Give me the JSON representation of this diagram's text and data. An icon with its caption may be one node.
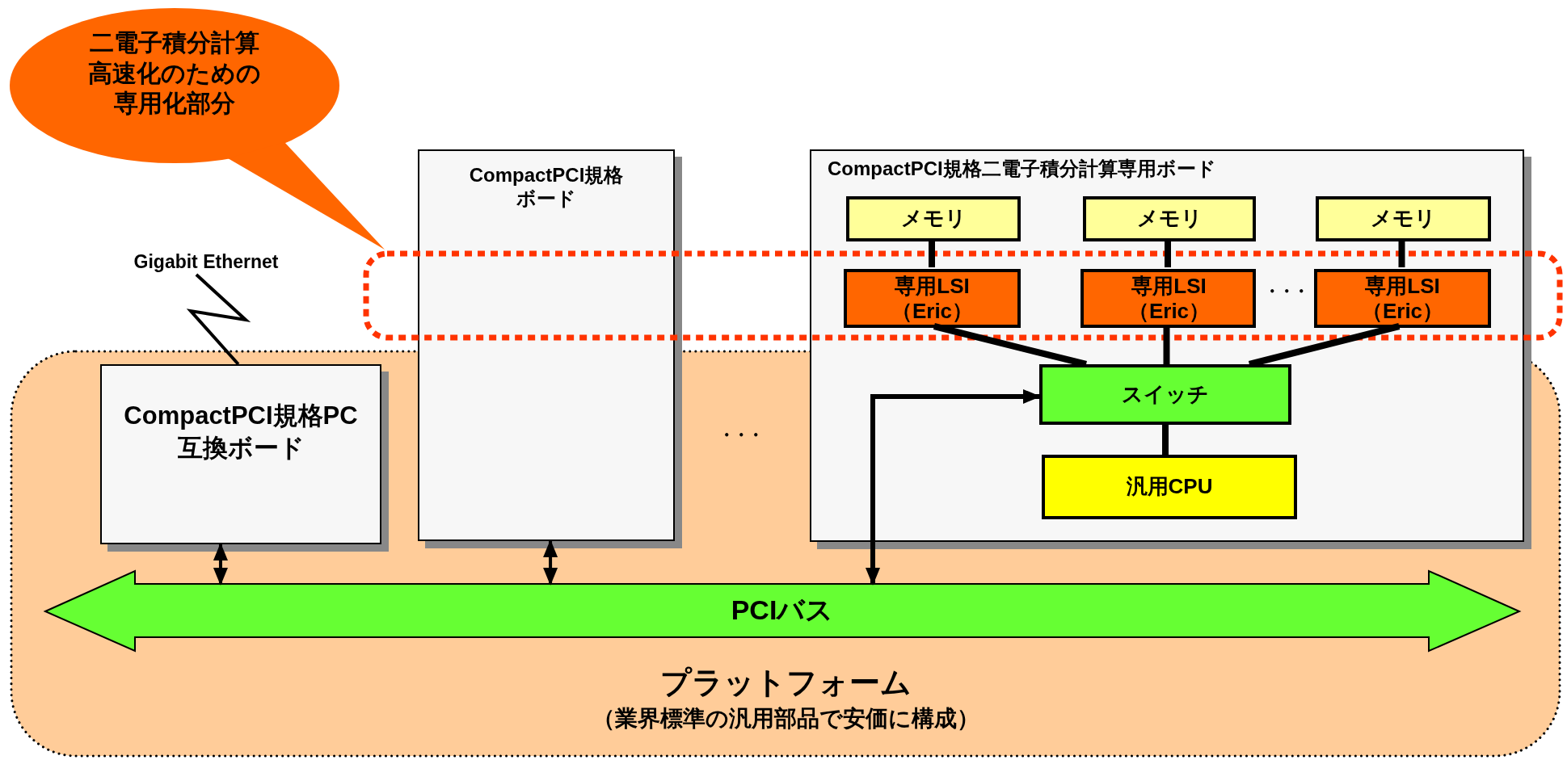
{
  "diagram": {
    "nodes": [
      {
        "text": [
          "二電子積分計算高速化のための専用化部分"
        ]
      },
      {
        "text": [
          "プラットフォーム",
          "（業界標準の汎用部品で安価に構成）"
        ]
      },
      {
        "text": [
          "Gigabit Ethernet"
        ]
      },
      {
        "text": [
          "CompactPCI規格PC互換ボード"
        ],
        "in": 1
      },
      {
        "text": [
          "CompactPCI規格ボード"
        ]
      },
      {
        "text": [
          "CompactPCI規格二電子積分計算専用ボード"
        ]
      },
      {
        "text": [
          "メモリ"
        ],
        "in": 5
      },
      {
        "text": [
          "メモリ"
        ],
        "in": 5
      },
      {
        "text": [
          "メモリ"
        ],
        "in": 5
      },
      {
        "text": [
          "専用LSI（Eric）"
        ],
        "in": 5
      },
      {
        "text": [
          "専用LSI（Eric）"
        ],
        "in": 5
      },
      {
        "text": [
          "専用LSI（Eric）"
        ],
        "in": 5
      },
      {
        "text": [
          "スイッチ"
        ]
      },
      {
        "text": [
          "汎用CPU"
        ]
      },
      {
        "text": [
          "PCIバス"
        ],
        "in": 1
      }
    ],
    "edges": [
      {
        "from": 3,
        "to": 2,
        "arrow": "none"
      },
      {
        "from": 3,
        "to": 14,
        "arrow": "both"
      },
      {
        "from": 4,
        "to": 14,
        "arrow": "both"
      },
      {
        "from": 14,
        "to": 12,
        "arrow": "both"
      },
      {
        "from": 6,
        "to": 9,
        "arrow": "none"
      },
      {
        "from": 7,
        "to": 10,
        "arrow": "none"
      },
      {
        "from": 8,
        "to": 11,
        "arrow": "none"
      },
      {
        "from": 9,
        "to": 12,
        "arrow": "none"
      },
      {
        "from": 10,
        "to": 12,
        "arrow": "none"
      },
      {
        "from": 11,
        "to": 12,
        "arrow": "none"
      },
      {
        "from": 12,
        "to": 13,
        "arrow": "none"
      }
    ],
    "labels": [
      "・・・",
      "・・・"
    ]
  }
}
